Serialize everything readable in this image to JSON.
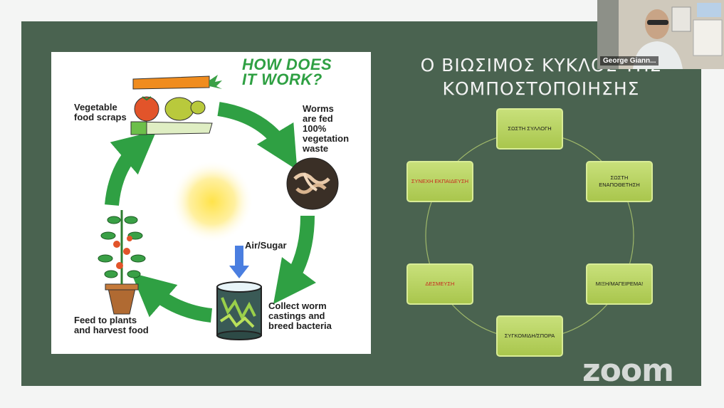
{
  "video_tile": {
    "participant_name": "George Giann..."
  },
  "slide": {
    "title_line1": "Ο ΒΙΩΣΙΜΟΣ ΚΥΚΛΟΣ ΤΗΣ",
    "title_line2": "ΚΟΜΠΟΣΤΟΠΟΙΗΣΗΣ",
    "figure": {
      "heading": "HOW DOES\nIT WORK?",
      "vegetable_label": "Vegetable\nfood scraps",
      "worms_label": "Worms\nare fed\n100%\nvegetation\nwaste",
      "air_label": "Air/Sugar",
      "collect_label": "Collect worm\ncastings and\nbreed bacteria",
      "feed_label": "Feed to plants\nand harvest food"
    },
    "cycle": [
      {
        "text": "ΣΩΣΤΗ ΣΥΛΛΟΓΗ",
        "highlight": false
      },
      {
        "text": "ΣΩΣΤΗ ΕΝΑΠΟΘΕΤΗΣΗ",
        "highlight": false
      },
      {
        "text": "ΜΙΞΗ/ΜΑΓΕΙΡΕΜΑ!",
        "highlight": false
      },
      {
        "text": "ΣΥΓΚΟΜΙΔΗ/ΣΠΟΡΑ",
        "highlight": false
      },
      {
        "text": "ΔΕΣΜΕΥΣΗ",
        "highlight": true
      },
      {
        "text": "ΣΥΝΕΧΗ ΕΚΠΑΙΔΕΥΣΗ",
        "highlight": true
      }
    ]
  },
  "zoom_watermark": "zoom",
  "colors": {
    "slide_bg": "#4a6350",
    "box_fill": "#b5d15a",
    "highlight_text": "#c8281e",
    "arrow_green": "#2fa043"
  }
}
